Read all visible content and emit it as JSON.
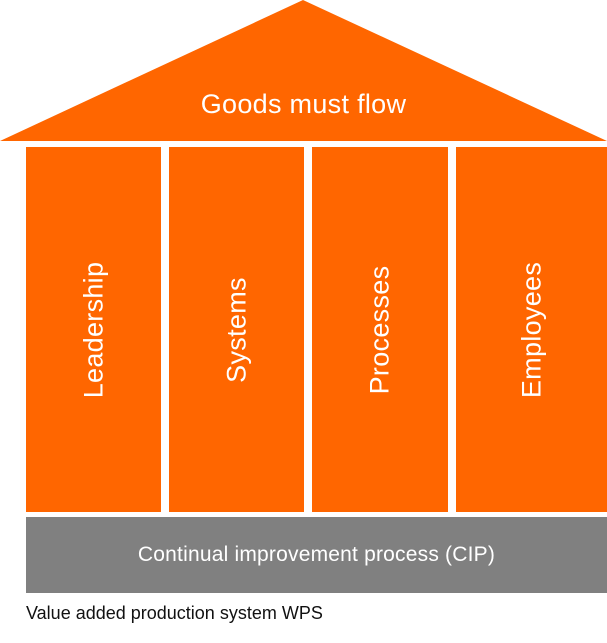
{
  "roof": {
    "label": "Goods must flow",
    "color": "#ff6600"
  },
  "pillars": [
    {
      "label": "Leadership"
    },
    {
      "label": "Systems"
    },
    {
      "label": "Processes"
    },
    {
      "label": "Employees"
    }
  ],
  "pillar_color": "#ff6600",
  "foundation": {
    "label": "Continual improvement process (CIP)",
    "color": "#808080"
  },
  "caption": "Value added production system WPS"
}
